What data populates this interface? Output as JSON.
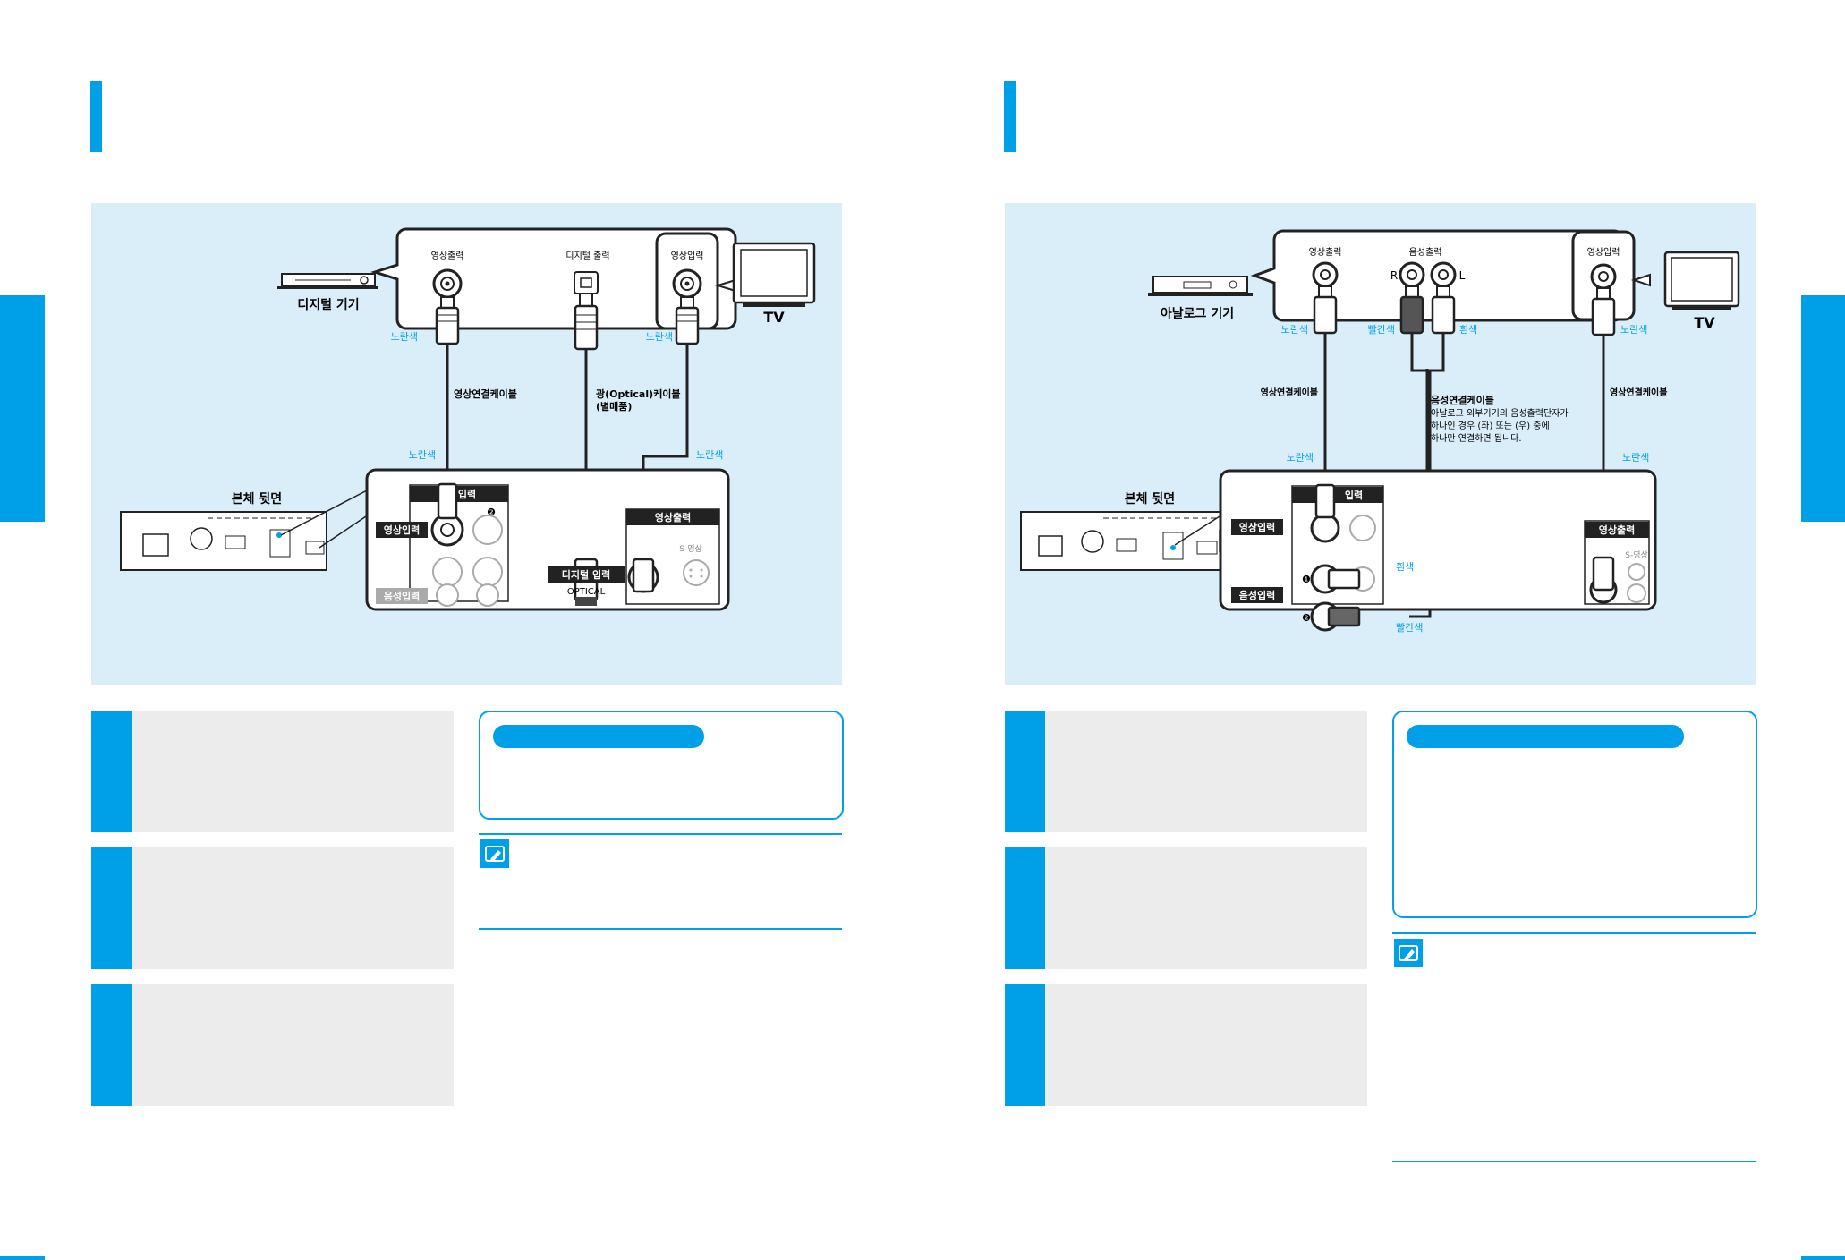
{
  "colors": {
    "accent": "#00a0e9",
    "panel": "#d9eef9",
    "step_bg": "#ececec"
  },
  "left": {
    "device_label": "디지털 기기",
    "tv_label": "TV",
    "box": {
      "video_out": "영상출력",
      "digital_out": "디지털 출력",
      "video_in": "영상입력"
    },
    "yellow": "노란색",
    "video_cable": "영상연결케이블",
    "optical_cable_line1": "광(Optical)케이블",
    "optical_cable_line2": "(별매품)",
    "rear_label": "본체 뒷면",
    "input_header": "입력",
    "video_input_tag": "영상입력",
    "audio_input_tag": "음성입력",
    "digital_input_tag": "디지털 입력",
    "optical": "OPTICAL",
    "video_output_tag": "영상출력",
    "s_video": "S-영상",
    "circle_num": "❷"
  },
  "right": {
    "device_label": "아날로그 기기",
    "tv_label": "TV",
    "box": {
      "video_out": "영상출력",
      "audio_out": "음성출력",
      "video_in": "영상입력",
      "r": "R",
      "l": "L"
    },
    "yellow": "노란색",
    "red": "빨간색",
    "white": "흰색",
    "video_cable": "영상연결케이블",
    "audio_cable": "음성연결케이블",
    "audio_note_1": "아날로그 외부기기의 음성출력단자가",
    "audio_note_2": "하나인 경우 (좌) 또는 (우) 중에",
    "audio_note_3": "하나만 연결하면 됩니다.",
    "rear_label": "본체 뒷면",
    "input_header": "입력",
    "video_input_tag": "영상입력",
    "audio_input_tag": "음성입력",
    "video_output_tag": "영상출력",
    "s_video": "S-영상",
    "num1": "❶",
    "num2": "❷"
  }
}
